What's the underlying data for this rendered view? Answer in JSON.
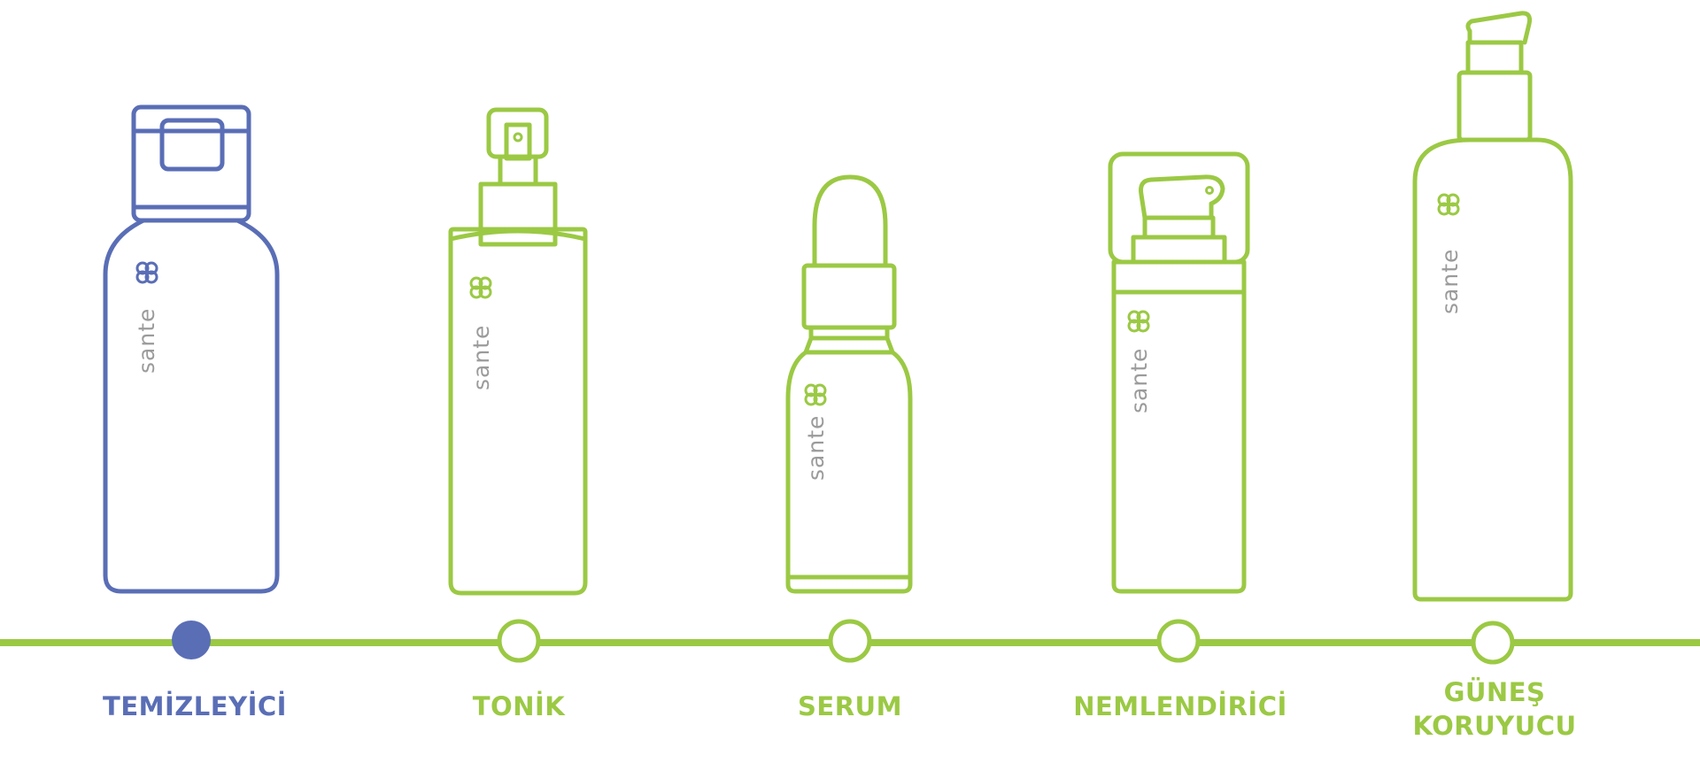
{
  "brand": "sante",
  "colors": {
    "active": "#5a6eb6",
    "accent": "#9bc944",
    "logo_text": "#9b9b9b",
    "background": "#ffffff"
  },
  "steps": [
    {
      "label": "TEMİZLEYİCİ",
      "product_icon": "cleanser-bottle-icon",
      "active": true
    },
    {
      "label": "TONİK",
      "product_icon": "toner-spray-bottle-icon",
      "active": false
    },
    {
      "label": "SERUM",
      "product_icon": "serum-dropper-bottle-icon",
      "active": false
    },
    {
      "label": "NEMLENDİRİCİ",
      "product_icon": "moisturizer-pump-jar-icon",
      "active": false
    },
    {
      "label": "GÜNEŞ KORUYUCU",
      "label_line1": "GÜNEŞ",
      "label_line2": "KORUYUCU",
      "product_icon": "sunscreen-pump-bottle-icon",
      "active": false
    }
  ]
}
